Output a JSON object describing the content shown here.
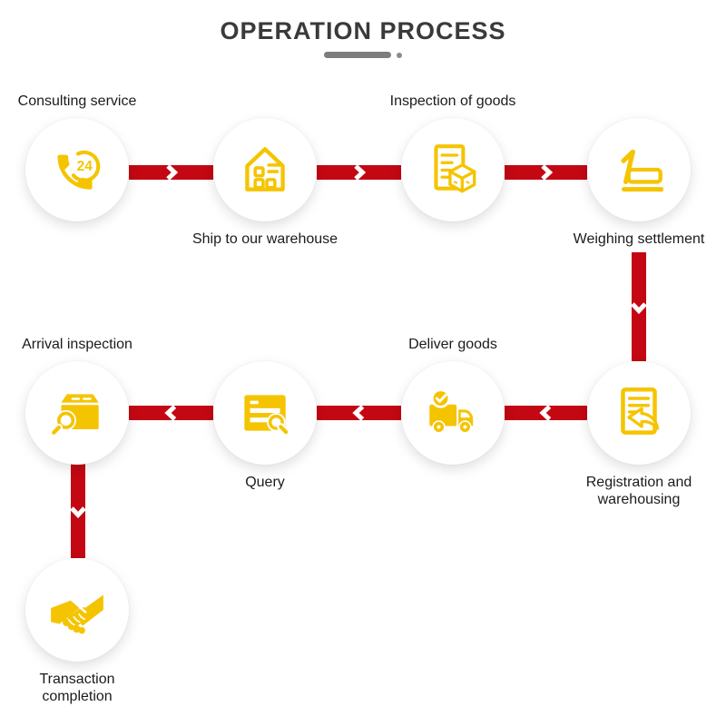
{
  "header": {
    "title": "OPERATION PROCESS"
  },
  "colors": {
    "arrow_red": "#C30813",
    "icon_yellow": "#F5C400",
    "title_gray": "#3A3A3A",
    "label_black": "#1B1B1B",
    "underline_gray": "#7D7D7D"
  },
  "steps": [
    {
      "order": 1,
      "label": "Consulting service",
      "icon": "phone-24-icon",
      "label_position": "above"
    },
    {
      "order": 2,
      "label": "Ship to our warehouse",
      "icon": "warehouse-icon",
      "label_position": "below"
    },
    {
      "order": 3,
      "label": "Inspection of goods",
      "icon": "document-cube-icon",
      "label_position": "above"
    },
    {
      "order": 4,
      "label": "Weighing settlement",
      "icon": "weighbridge-scale-icon",
      "label_position": "below"
    },
    {
      "order": 5,
      "label": "Registration and warehousing",
      "icon": "document-return-arrow-icon",
      "label_position": "below"
    },
    {
      "order": 6,
      "label": "Deliver goods",
      "icon": "delivery-truck-icon",
      "label_position": "above"
    },
    {
      "order": 7,
      "label": "Query",
      "icon": "query-search-window-icon",
      "label_position": "below"
    },
    {
      "order": 8,
      "label": "Arrival inspection",
      "icon": "package-search-icon",
      "label_position": "above"
    },
    {
      "order": 9,
      "label": "Transaction completion",
      "icon": "handshake-icon",
      "label_position": "below"
    }
  ],
  "flow": [
    {
      "from": 1,
      "to": 2,
      "direction": "right"
    },
    {
      "from": 2,
      "to": 3,
      "direction": "right"
    },
    {
      "from": 3,
      "to": 4,
      "direction": "right"
    },
    {
      "from": 4,
      "to": 5,
      "direction": "down"
    },
    {
      "from": 5,
      "to": 6,
      "direction": "left"
    },
    {
      "from": 6,
      "to": 7,
      "direction": "left"
    },
    {
      "from": 7,
      "to": 8,
      "direction": "left"
    },
    {
      "from": 8,
      "to": 9,
      "direction": "down"
    }
  ]
}
